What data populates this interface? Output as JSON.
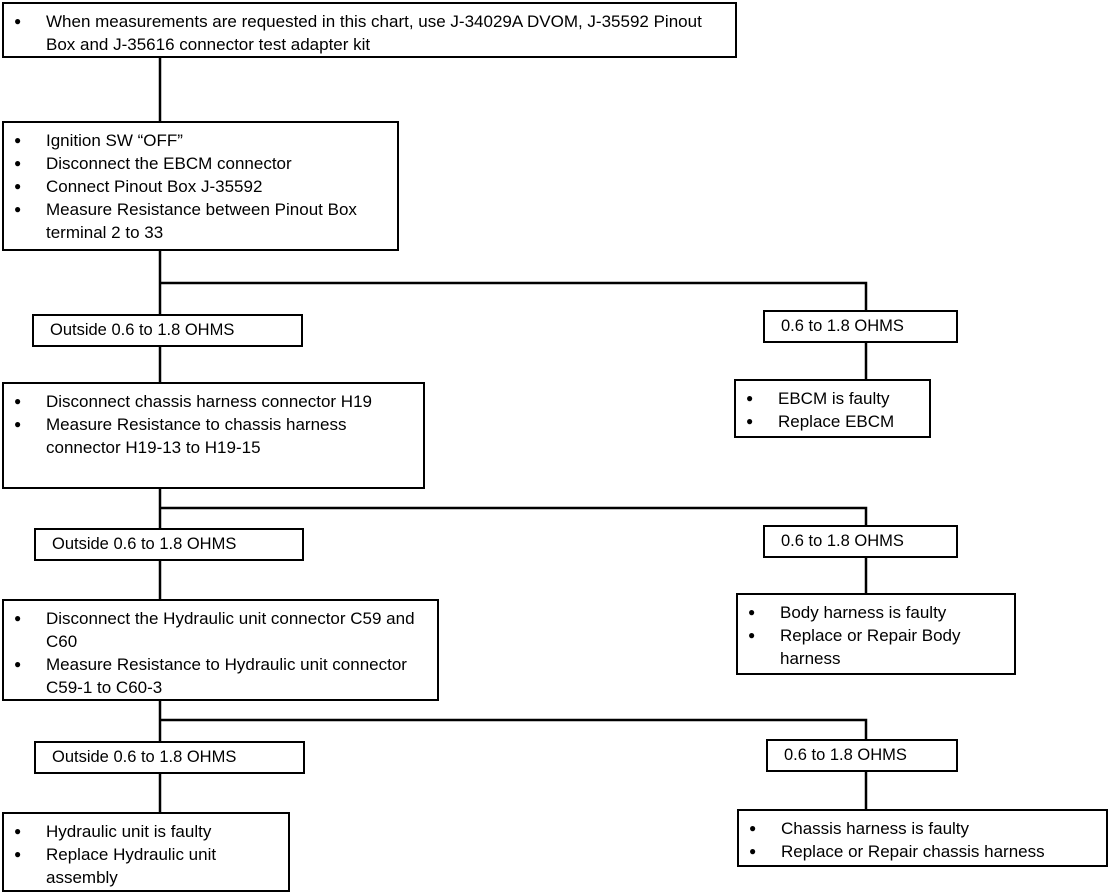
{
  "intro": {
    "items": [
      "When measurements are requested in this chart, use J-34029A DVOM, J-35592 Pinout Box and J-35616 connector test adapter kit"
    ]
  },
  "step1": {
    "items": [
      "Ignition SW “OFF”",
      "Disconnect the EBCM connector",
      "Connect Pinout Box J-35592",
      "Measure Resistance between Pinout Box terminal 2 to 33"
    ]
  },
  "branch1": {
    "outside_label": "Outside 0.6 to 1.8 OHMS",
    "inside_label": "0.6 to 1.8 OHMS"
  },
  "result1": {
    "items": [
      "EBCM is faulty",
      "Replace EBCM"
    ]
  },
  "step2": {
    "items": [
      "Disconnect chassis harness connector H19",
      "Measure Resistance to chassis harness connector H19-13 to H19-15"
    ]
  },
  "branch2": {
    "outside_label": "Outside 0.6 to 1.8 OHMS",
    "inside_label": "0.6 to 1.8 OHMS"
  },
  "result2": {
    "items": [
      "Body harness is faulty",
      "Replace or Repair Body harness"
    ]
  },
  "step3": {
    "items": [
      "Disconnect the Hydraulic unit connector C59 and C60",
      "Measure Resistance to Hydraulic unit connector C59-1 to C60-3"
    ]
  },
  "branch3": {
    "outside_label": "Outside 0.6 to 1.8 OHMS",
    "inside_label": "0.6 to 1.8 OHMS"
  },
  "result3": {
    "items": [
      "Hydraulic unit is faulty",
      "Replace Hydraulic unit assembly"
    ]
  },
  "result4": {
    "items": [
      "Chassis harness is faulty",
      "Replace or Repair chassis harness"
    ]
  }
}
